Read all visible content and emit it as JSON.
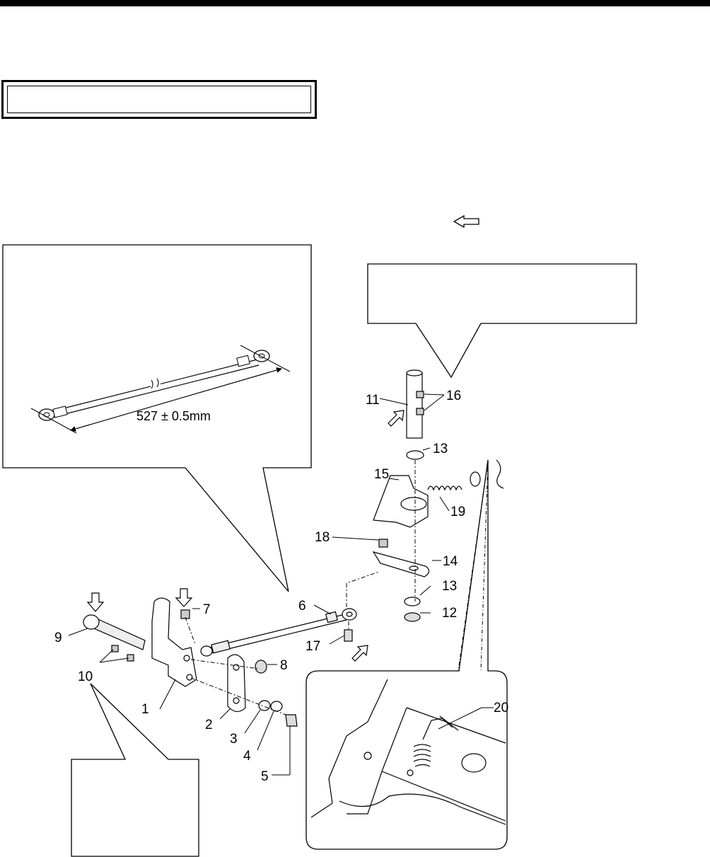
{
  "title_box": {
    "text": ""
  },
  "dimension": {
    "text": "527 ± 0.5mm"
  },
  "part_numbers": [
    "1",
    "2",
    "3",
    "4",
    "5",
    "6",
    "7",
    "8",
    "9",
    "10",
    "11",
    "12",
    "13",
    "13",
    "14",
    "15",
    "16",
    "17",
    "18",
    "19",
    "20"
  ],
  "colors": {
    "ink": "#000000",
    "paper": "#ffffff",
    "metal_light": "#e6e6e6",
    "metal_dark": "#9a9a9a"
  },
  "icons": {
    "direction_arrow": "hollow-arrow-icon"
  }
}
